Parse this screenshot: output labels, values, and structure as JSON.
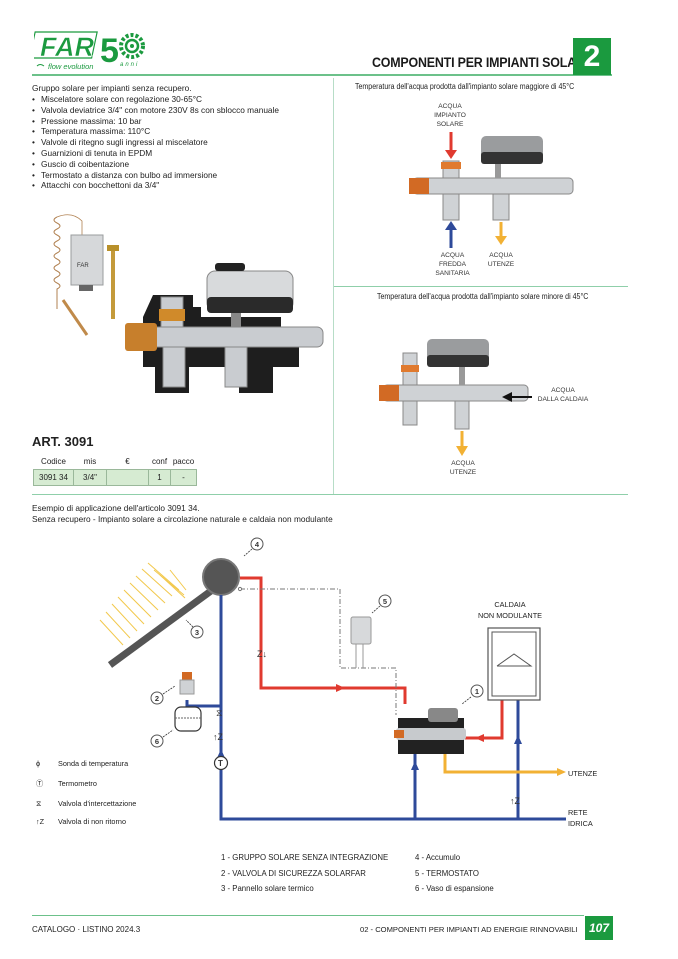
{
  "header": {
    "logo_brand": "FAR",
    "logo_number": "50",
    "logo_tagline": "flow evolution",
    "logo_anni": "anni",
    "section_title": "COMPONENTI PER IMPIANTI SOLARI",
    "section_number": "2"
  },
  "product": {
    "intro": "Gruppo solare per impianti senza recupero.",
    "features": [
      "Miscelatore solare con regolazione 30-65°C",
      "Valvola deviatrice 3/4\" con motore 230V 8s con sblocco manuale",
      "Pressione massima: 10 bar",
      "Temperatura massima: 110°C",
      "Valvole di ritegno sugli ingressi al miscelatore",
      "Guarnizioni di tenuta in EPDM",
      "Guscio di coibentazione",
      "Termostato a distanza con bulbo ad immersione",
      "Attacchi con bocchettoni da 3/4\""
    ],
    "article_title": "ART. 3091",
    "table": {
      "headers": [
        "Codice",
        "mis",
        "€",
        "conf",
        "pacco"
      ],
      "rows": [
        [
          "3091 34",
          "3/4\"",
          "",
          "1",
          "-"
        ]
      ]
    }
  },
  "operation": {
    "above_45": {
      "caption": "Temperatura dell'acqua prodotta dall'impianto solare maggiore di 45°C",
      "labels": {
        "solar_in": [
          "ACQUA",
          "IMPIANTO",
          "SOLARE"
        ],
        "cold_in": [
          "ACQUA",
          "FREDDA",
          "SANITARIA"
        ],
        "out": [
          "ACQUA",
          "UTENZE"
        ]
      }
    },
    "below_45": {
      "caption": "Temperatura dell'acqua prodotta dall'impianto solare minore di 45°C",
      "labels": {
        "boiler_in": [
          "ACQUA",
          "DALLA CALDAIA"
        ],
        "out": [
          "ACQUA",
          "UTENZE"
        ]
      }
    }
  },
  "example": {
    "line1": "Esempio di applicazione dell'articolo 3091 34.",
    "line2": "Senza recupero - Impianto solare a circolazione naturale e caldaia non modulante",
    "boiler_label": [
      "CALDAIA",
      "NON MODULANTE"
    ],
    "utenze_label": "UTENZE",
    "rete_label": [
      "RETE",
      "IDRICA"
    ],
    "callouts": [
      "1",
      "2",
      "3",
      "4",
      "5",
      "6"
    ],
    "symbol_legend": [
      {
        "icon": "temperature-probe-icon",
        "label": "Sonda di temperatura"
      },
      {
        "icon": "thermometer-icon",
        "label": "Termometro"
      },
      {
        "icon": "shutoff-valve-icon",
        "label": "Valvola d'intercettazione"
      },
      {
        "icon": "check-valve-icon",
        "label": "Valvola di non ritorno"
      }
    ],
    "components": [
      "1 - GRUPPO SOLARE SENZA INTEGRAZIONE",
      "2 - VALVOLA DI SICUREZZA SOLARFAR",
      "3 - Pannello solare termico",
      "4 - Accumulo",
      "5 - TERMOSTATO",
      "6 - Vaso di espansione"
    ]
  },
  "footer": {
    "left": "CATALOGO · LISTINO 2024.3",
    "right": "02 - COMPONENTI PER IMPIANTI AD ENERGIE RINNOVABILI",
    "page": "107"
  },
  "colors": {
    "brand_green": "#1b9a3f",
    "rule_green": "#6cc18a",
    "hot_red": "#e03a2f",
    "cold_blue": "#2e4a9a",
    "utenze_yellow": "#f2b134"
  }
}
